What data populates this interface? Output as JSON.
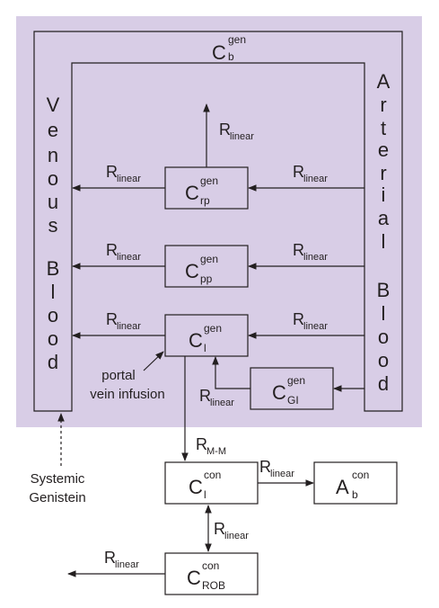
{
  "diagram": {
    "background_color": "#d8cde6",
    "line_color": "#231f20",
    "outer_label": {
      "main": "C",
      "sup": "gen",
      "sub": "b"
    },
    "venous_letters": [
      "V",
      "e",
      "n",
      "o",
      "u",
      "s",
      "",
      "B",
      "l",
      "o",
      "o",
      "d"
    ],
    "arterial_letters": [
      "A",
      "r",
      "t",
      "e",
      "r",
      "i",
      "a",
      "l",
      "",
      "B",
      "l",
      "o",
      "o",
      "d"
    ],
    "nodes": {
      "rp": {
        "main": "C",
        "sup": "gen",
        "sub": "rp"
      },
      "pp": {
        "main": "C",
        "sup": "gen",
        "sub": "pp"
      },
      "l": {
        "main": "C",
        "sup": "gen",
        "sub": "l"
      },
      "gi": {
        "main": "C",
        "sup": "gen",
        "sub": "GI"
      },
      "con_l": {
        "main": "C",
        "sup": "con",
        "sub": "l"
      },
      "con_rob": {
        "main": "C",
        "sup": "con",
        "sub": "ROB"
      },
      "a_con_b": {
        "main": "A",
        "sup": "con",
        "sub": "b"
      }
    },
    "rate": {
      "main": "R",
      "sub": "linear"
    },
    "rate_mm": {
      "main": "R",
      "sub": "M-M"
    },
    "portal_text": [
      "portal",
      "vein infusion"
    ],
    "systemic_text": [
      "Systemic",
      "Genistein"
    ]
  }
}
